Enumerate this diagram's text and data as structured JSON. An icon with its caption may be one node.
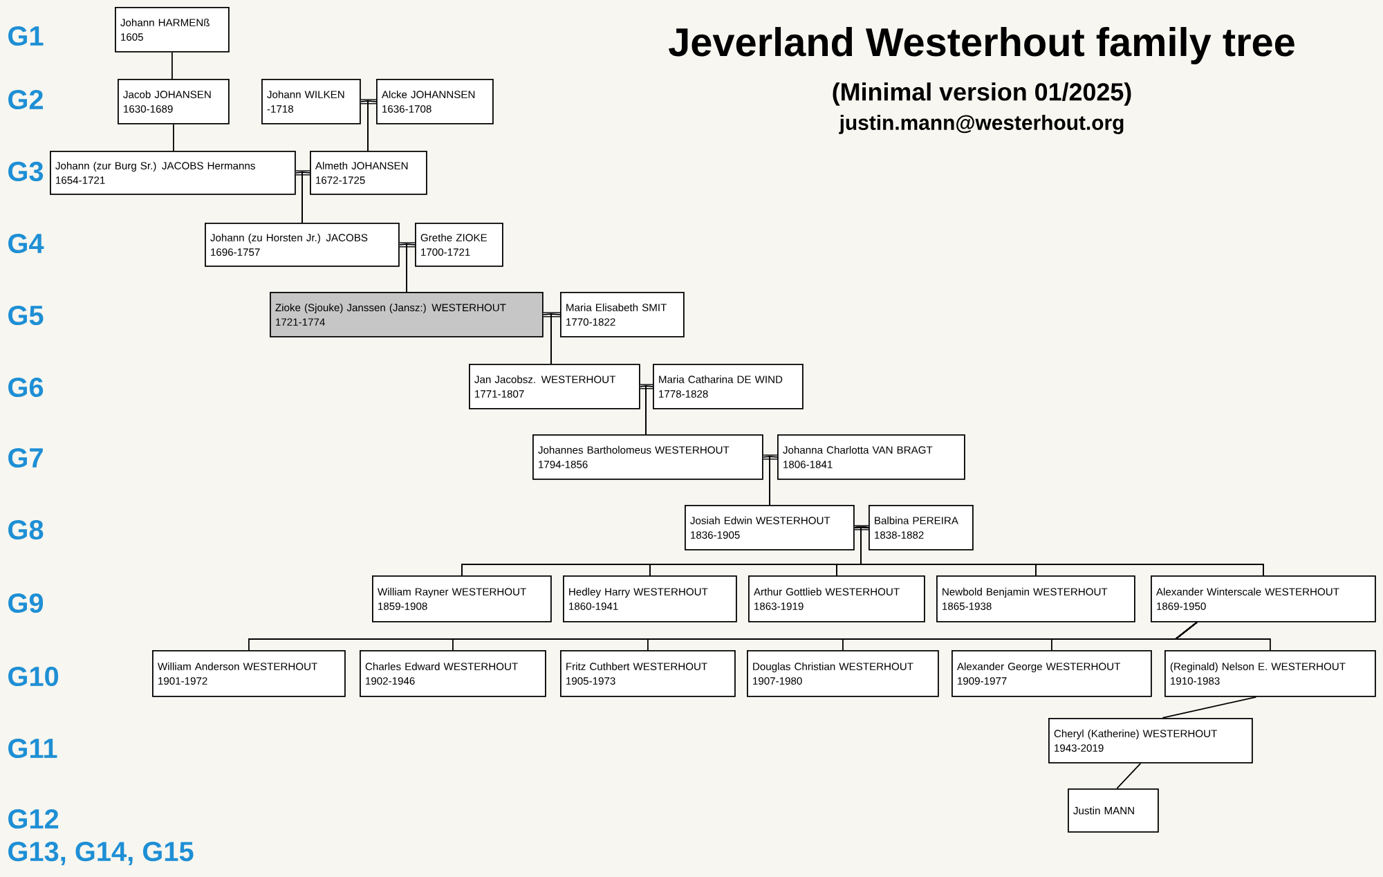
{
  "diagram": {
    "title": "Jeverland Westerhout family tree",
    "nodes": [
      {
        "text": [
          "Johann HARMENß",
          "1605"
        ]
      },
      {
        "text": [
          "Jacob JOHANSEN",
          "1630-1689"
        ]
      },
      {
        "text": [
          "Johann WILKEN",
          "-1718"
        ]
      },
      {
        "text": [
          "Alcke JOHANNSEN",
          "1636-1708"
        ]
      },
      {
        "text": [
          "Johann (zur Burg Sr.) JACOBS Hermanns",
          "1654-1721"
        ]
      },
      {
        "text": [
          "Almeth JOHANSEN",
          "1672-1725"
        ]
      },
      {
        "text": [
          "Johann (zu Horsten Jr.) JACOBS",
          "1696-1757"
        ]
      },
      {
        "text": [
          "Grethe ZIOKE",
          "1700-1721"
        ]
      },
      {
        "text": [
          "Zioke (Sjouke) Janssen (Jansz:) WESTERHOUT",
          "1721-1774"
        ]
      },
      {
        "text": [
          "Maria Elisabeth SMIT",
          "1770-1822"
        ]
      },
      {
        "text": [
          "Jan Jacobsz. WESTERHOUT",
          "1771-1807"
        ]
      },
      {
        "text": [
          "Maria Catharina DE WIND",
          "1778-1828"
        ]
      },
      {
        "text": [
          "Johannes Bartholomeus WESTERHOUT",
          "1794-1856"
        ]
      },
      {
        "text": [
          "Johanna Charlotta VAN BRAGT",
          "1806-1841"
        ]
      },
      {
        "text": [
          "Josiah Edwin WESTERHOUT",
          "1836-1905"
        ]
      },
      {
        "text": [
          "Balbina PEREIRA",
          "1838-1882"
        ]
      },
      {
        "text": [
          "William Rayner WESTERHOUT",
          "1859-1908"
        ]
      },
      {
        "text": [
          "Hedley Harry WESTERHOUT",
          "1860-1941"
        ]
      },
      {
        "text": [
          "Arthur Gottlieb WESTERHOUT",
          "1863-1919"
        ]
      },
      {
        "text": [
          "Newbold Benjamin WESTERHOUT",
          "1865-1938"
        ]
      },
      {
        "text": [
          "Alexander Winterscale WESTERHOUT",
          "1869-1950"
        ]
      },
      {
        "text": [
          "William Anderson WESTERHOUT",
          "1901-1972"
        ]
      },
      {
        "text": [
          "Charles Edward WESTERHOUT",
          "1902-1946"
        ]
      },
      {
        "text": [
          "Fritz Cuthbert WESTERHOUT",
          "1905-1973"
        ]
      },
      {
        "text": [
          "Douglas Christian WESTERHOUT",
          "1907-1980"
        ]
      },
      {
        "text": [
          "Alexander George WESTERHOUT",
          "1909-1977"
        ]
      },
      {
        "text": [
          "(Reginald) Nelson E. WESTERHOUT",
          "1910-1983"
        ]
      },
      {
        "text": [
          "Cheryl (Katherine) WESTERHOUT",
          "1943-2019"
        ]
      },
      {
        "text": [
          "Justin MANN"
        ]
      }
    ],
    "edges": [
      {
        "from": 0,
        "to": 1,
        "arrow": "none"
      },
      {
        "from": 1,
        "to": 4,
        "arrow": "none"
      },
      {
        "from": 2,
        "to": 3,
        "arrow": "none",
        "style": "thick"
      },
      {
        "from": 2,
        "to": 5,
        "arrow": "none"
      },
      {
        "from": 3,
        "to": 5,
        "arrow": "none"
      },
      {
        "from": 4,
        "to": 5,
        "arrow": "none",
        "style": "thick"
      },
      {
        "from": 4,
        "to": 6,
        "arrow": "none"
      },
      {
        "from": 5,
        "to": 6,
        "arrow": "none"
      },
      {
        "from": 6,
        "to": 7,
        "arrow": "none",
        "style": "thick"
      },
      {
        "from": 6,
        "to": 8,
        "arrow": "none"
      },
      {
        "from": 7,
        "to": 8,
        "arrow": "none"
      },
      {
        "from": 8,
        "to": 9,
        "arrow": "none",
        "style": "thick"
      },
      {
        "from": 8,
        "to": 10,
        "arrow": "none"
      },
      {
        "from": 9,
        "to": 10,
        "arrow": "none"
      },
      {
        "from": 10,
        "to": 11,
        "arrow": "none",
        "style": "thick"
      },
      {
        "from": 10,
        "to": 12,
        "arrow": "none"
      },
      {
        "from": 11,
        "to": 12,
        "arrow": "none"
      },
      {
        "from": 12,
        "to": 13,
        "arrow": "none",
        "style": "thick"
      },
      {
        "from": 12,
        "to": 14,
        "arrow": "none"
      },
      {
        "from": 13,
        "to": 14,
        "arrow": "none"
      },
      {
        "from": 14,
        "to": 15,
        "arrow": "none",
        "style": "thick"
      },
      {
        "from": 14,
        "to": 16,
        "arrow": "none"
      },
      {
        "from": 14,
        "to": 17,
        "arrow": "none"
      },
      {
        "from": 14,
        "to": 18,
        "arrow": "none"
      },
      {
        "from": 14,
        "to": 19,
        "arrow": "none"
      },
      {
        "from": 14,
        "to": 20,
        "arrow": "none"
      },
      {
        "from": 15,
        "to": 16,
        "arrow": "none"
      },
      {
        "from": 15,
        "to": 17,
        "arrow": "none"
      },
      {
        "from": 15,
        "to": 18,
        "arrow": "none"
      },
      {
        "from": 15,
        "to": 19,
        "arrow": "none"
      },
      {
        "from": 15,
        "to": 20,
        "arrow": "none"
      },
      {
        "from": 20,
        "to": 21,
        "arrow": "none"
      },
      {
        "from": 20,
        "to": 22,
        "arrow": "none"
      },
      {
        "from": 20,
        "to": 23,
        "arrow": "none"
      },
      {
        "from": 20,
        "to": 24,
        "arrow": "none"
      },
      {
        "from": 20,
        "to": 25,
        "arrow": "none"
      },
      {
        "from": 20,
        "to": 26,
        "arrow": "none"
      },
      {
        "from": 26,
        "to": 27,
        "arrow": "none"
      },
      {
        "from": 27,
        "to": 28,
        "arrow": "none"
      }
    ],
    "labels": [
      "(Minimal version 01/2025)",
      "justin.mann@westerhout.org",
      "G1",
      "G2",
      "G3",
      "G4",
      "G5",
      "G6",
      "G7",
      "G8",
      "G9",
      "G10",
      "G11",
      "G12",
      "G13, G14, G15"
    ]
  }
}
